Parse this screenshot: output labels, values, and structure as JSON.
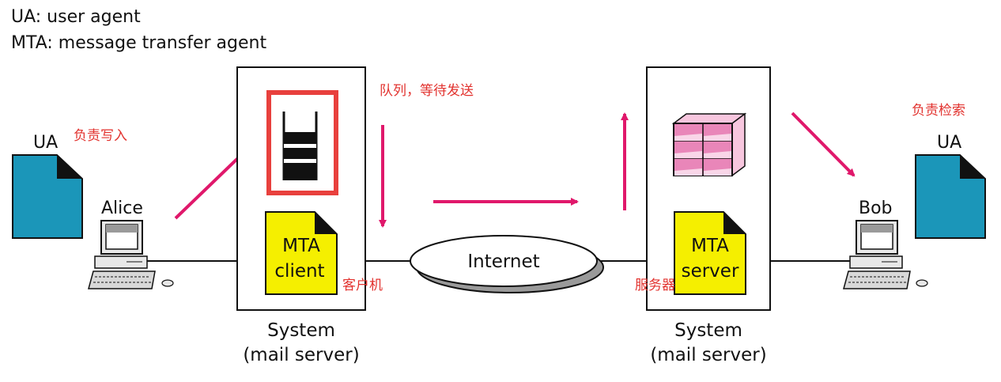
{
  "legend": {
    "ua": "UA: user agent",
    "mta": "MTA: message transfer agent"
  },
  "left_side": {
    "ua_label": "UA",
    "user_name": "Alice",
    "note_write": "负责写入",
    "system_line1": "System",
    "system_line2": "(mail server)",
    "mta_line1": "MTA",
    "mta_line2": "client",
    "role_note": "客户机",
    "queue_note": "队列，等待发送"
  },
  "network": {
    "label": "Internet"
  },
  "right_side": {
    "ua_label": "UA",
    "user_name": "Bob",
    "note_retrieve": "负责检索",
    "system_line1": "System",
    "system_line2": "(mail server)",
    "mta_line1": "MTA",
    "mta_line2": "server",
    "role_note": "服务器"
  },
  "colors": {
    "document": "#1b96b9",
    "mta_box": "#f5ef00",
    "arrow": "#e0186b",
    "highlight": "#e8403d",
    "mailbox": "#f0a6cb",
    "annotation": "#e2332f"
  }
}
